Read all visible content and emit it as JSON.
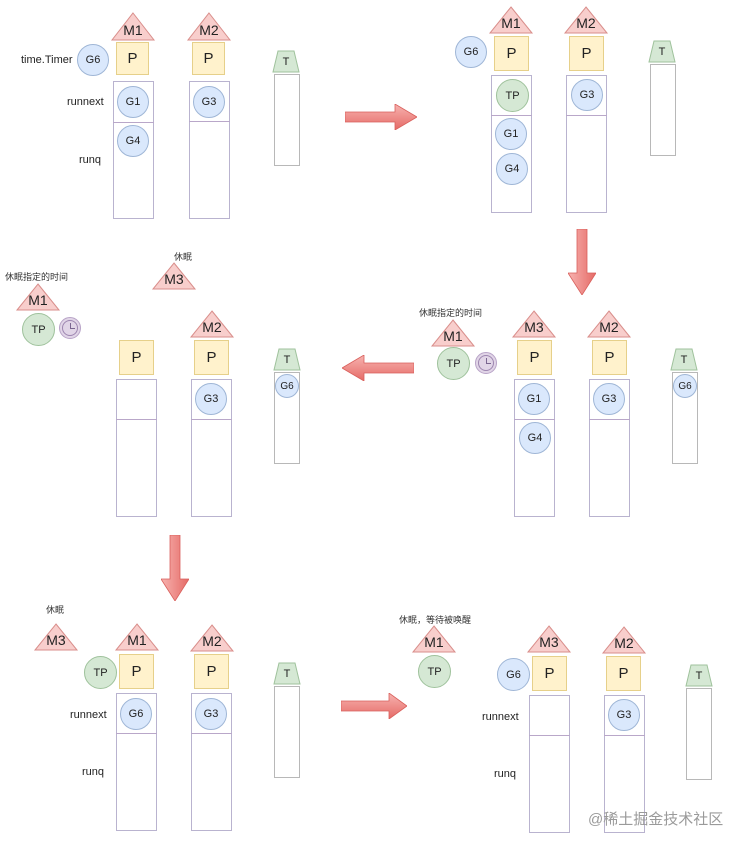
{
  "labels": {
    "m1": "M1",
    "m2": "M2",
    "m3": "M3",
    "p": "P",
    "t": "T",
    "g1": "G1",
    "g3": "G3",
    "g4": "G4",
    "g6": "G6",
    "tp": "TP",
    "timer": "time.Timer",
    "runnext": "runnext",
    "runq": "runq",
    "sleep": "休眠",
    "sleep_duration": "休眠指定的时间",
    "sleep_wait": "休眠，等待被唤醒"
  },
  "watermark": "@稀土掘金技术社区",
  "colors": {
    "m_fill": "#f8cecc",
    "m_stroke": "#d98e8b",
    "p_fill": "#fff2cc",
    "g_fill": "#dae8fc",
    "tp_fill": "#d5e8d4",
    "t_fill": "#d5e8d4",
    "clock_fill": "#e1d5e7",
    "arrow": "#ee7b78"
  }
}
